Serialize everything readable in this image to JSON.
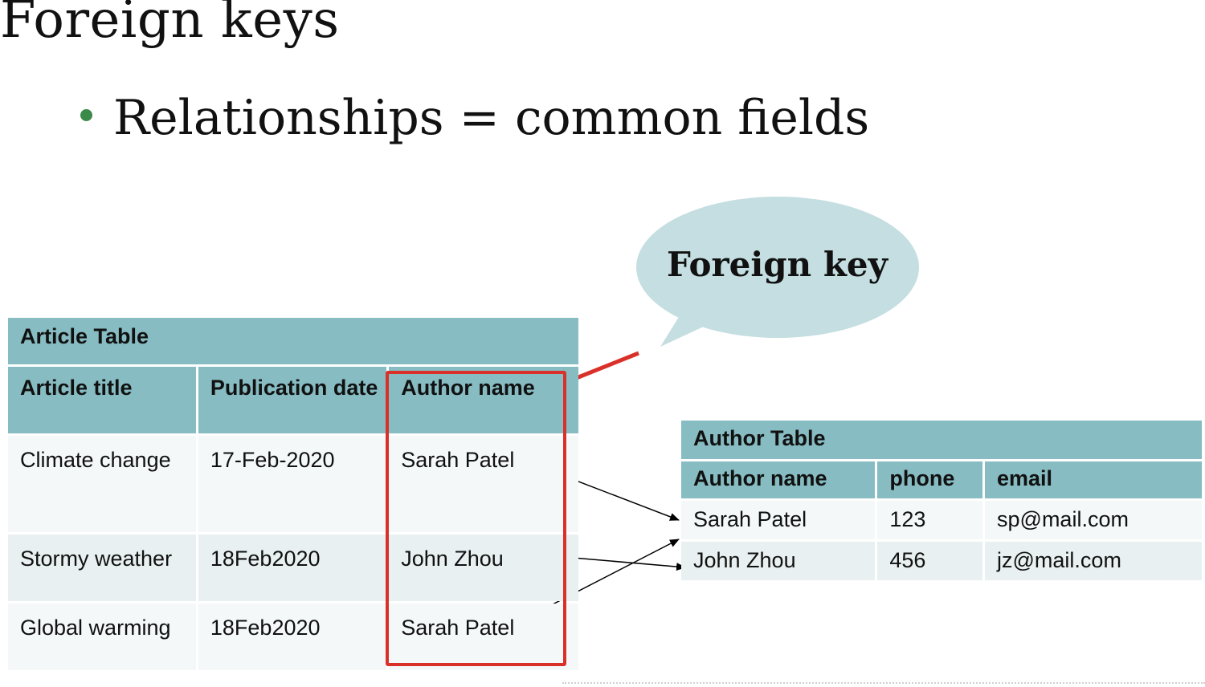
{
  "slide": {
    "title": "Foreign keys",
    "bullet": "Relationships = common fields",
    "callout": "Foreign key"
  },
  "article_table": {
    "name": "Article Table",
    "columns": [
      "Article title",
      "Publication date",
      "Author name"
    ],
    "rows": [
      [
        "Climate change",
        "17-Feb-2020",
        "Sarah Patel"
      ],
      [
        "Stormy weather",
        "18Feb2020",
        "John Zhou"
      ],
      [
        "Global warming",
        "18Feb2020",
        "Sarah Patel"
      ]
    ]
  },
  "author_table": {
    "name": "Author Table",
    "columns": [
      "Author name",
      "phone",
      "email"
    ],
    "rows": [
      [
        "Sarah Patel",
        "123",
        "sp@mail.com"
      ],
      [
        "John Zhou",
        "456",
        "jz@mail.com"
      ]
    ]
  },
  "colors": {
    "header_teal": "#86bcc2",
    "bullet_green": "#3b8a4a",
    "highlight_red": "#d9312a",
    "bubble": "#c4dee1"
  }
}
